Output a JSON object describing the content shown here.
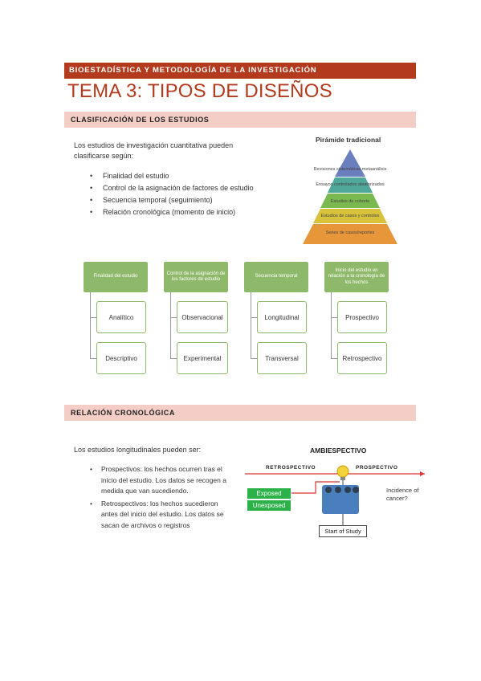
{
  "header": {
    "course": "BIOESTADÍSTICA Y METODOLOGÍA DE LA INVESTIGACIÓN",
    "title": "TEMA 3: TIPOS DE DISEÑOS"
  },
  "section1": {
    "heading": "CLASIFICACIÓN DE LOS ESTUDIOS",
    "intro": "Los estudios de investigación cuantitativa pueden clasificarse según:",
    "bullets": [
      "Finalidad del estudio",
      "Control de la asignación de factores de estudio",
      "Secuencia temporal (seguimiento)",
      "Relación cronológica (momento de inicio)"
    ]
  },
  "pyramid": {
    "title": "Pirámide tradicional",
    "levels": [
      "Revisiones sistemáticas metaanálisis",
      "Ensayos controlados aleatorizados",
      "Estudios de cohorte",
      "Estudios de casos y controles",
      "Series de casos/reportes"
    ],
    "colors": [
      "#6b7fbf",
      "#4fa89a",
      "#7ab94f",
      "#d8c23c",
      "#e8963a"
    ]
  },
  "classification": {
    "groups": [
      {
        "header": "Finalidad del estudio",
        "leaves": [
          "Analítico",
          "Descriptivo"
        ]
      },
      {
        "header": "Control de la asignación de los factores de estudio",
        "leaves": [
          "Observacional",
          "Experimental"
        ]
      },
      {
        "header": "Secuencia temporal",
        "leaves": [
          "Longitudinal",
          "Transversal"
        ]
      },
      {
        "header": "Inicio del estudio en relación a la cronología de los hechos",
        "leaves": [
          "Prospectivo",
          "Retrospectivo"
        ]
      }
    ]
  },
  "section2": {
    "heading": "RELACIÓN CRONOLÓGICA",
    "intro": "Los estudios longitudinales pueden ser:",
    "bullets": [
      "Prospectivos: los hechos ocurren tras el inicio del estudio. Los datos se recogen a medida que van sucediendo.",
      "Retrospectivos: los hechos sucedieron antes del inicio del estudio. Los datos se sacan de archivos o registros"
    ]
  },
  "ambiespectivo": {
    "title": "AMBIESPECTIVO",
    "retro": "RETROSPECTIVO",
    "pro": "PROSPECTIVO",
    "exposed": "Exposed",
    "unexposed": "Unexposed",
    "question": "Incidence of cancer?",
    "start": "Start of Study"
  }
}
